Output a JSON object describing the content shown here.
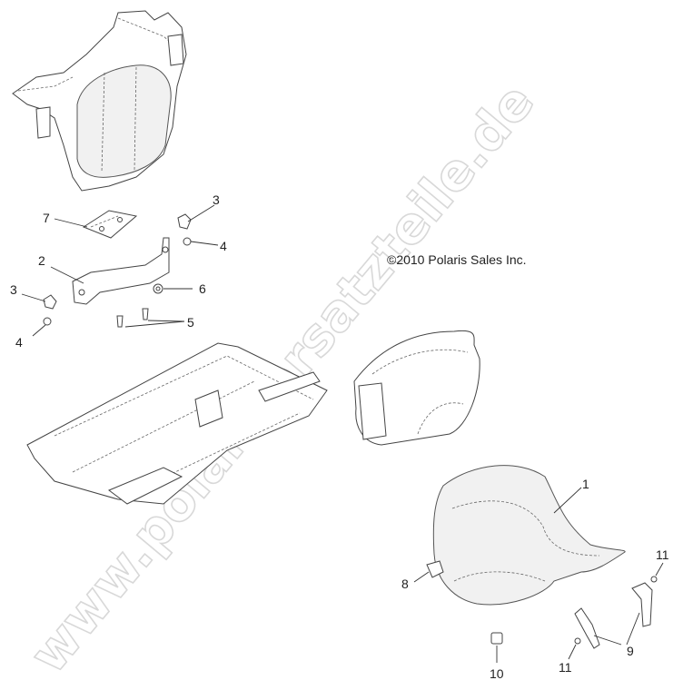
{
  "copyright": "©2010 Polaris Sales Inc.",
  "watermark": "www.polarisersatzteile.de",
  "callouts": [
    {
      "id": "c1",
      "label": "1"
    },
    {
      "id": "c2",
      "label": "2"
    },
    {
      "id": "c3a",
      "label": "3"
    },
    {
      "id": "c3b",
      "label": "3"
    },
    {
      "id": "c4a",
      "label": "4"
    },
    {
      "id": "c4b",
      "label": "4"
    },
    {
      "id": "c5",
      "label": "5"
    },
    {
      "id": "c6",
      "label": "6"
    },
    {
      "id": "c7",
      "label": "7"
    },
    {
      "id": "c8",
      "label": "8"
    },
    {
      "id": "c9",
      "label": "9"
    },
    {
      "id": "c10",
      "label": "10"
    },
    {
      "id": "c11a",
      "label": "11"
    },
    {
      "id": "c11b",
      "label": "11"
    }
  ]
}
